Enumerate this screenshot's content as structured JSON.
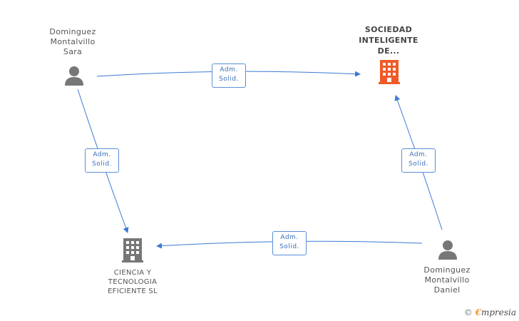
{
  "colors": {
    "edge": "#3a7bd5",
    "person_icon": "#777777",
    "company_icon": "#777777",
    "main_company_icon": "#f05a28",
    "brand_accent": "#f7931e"
  },
  "nodes": {
    "sara": {
      "lines": [
        "Dominguez",
        "Montalvillo",
        "Sara"
      ],
      "icon": "person-icon"
    },
    "sociedad": {
      "lines": [
        "SOCIEDAD",
        "INTELIGENTE",
        "DE..."
      ],
      "icon": "building-icon"
    },
    "ciencia": {
      "lines": [
        "CIENCIA Y",
        "TECNOLOGIA",
        "EFICIENTE SL"
      ],
      "icon": "building-icon"
    },
    "daniel": {
      "lines": [
        "Dominguez",
        "Montalvillo",
        "Daniel"
      ],
      "icon": "person-icon"
    }
  },
  "edges": [
    {
      "from": "sara",
      "to": "sociedad",
      "label": [
        "Adm.",
        "Solid."
      ]
    },
    {
      "from": "sara",
      "to": "ciencia",
      "label": [
        "Adm.",
        "Solid."
      ]
    },
    {
      "from": "daniel",
      "to": "sociedad",
      "label": [
        "Adm.",
        "Solid."
      ]
    },
    {
      "from": "daniel",
      "to": "ciencia",
      "label": [
        "Adm.",
        "Solid."
      ]
    }
  ],
  "brand": {
    "copyright": "©",
    "initial": "€",
    "name": "mpresia"
  }
}
